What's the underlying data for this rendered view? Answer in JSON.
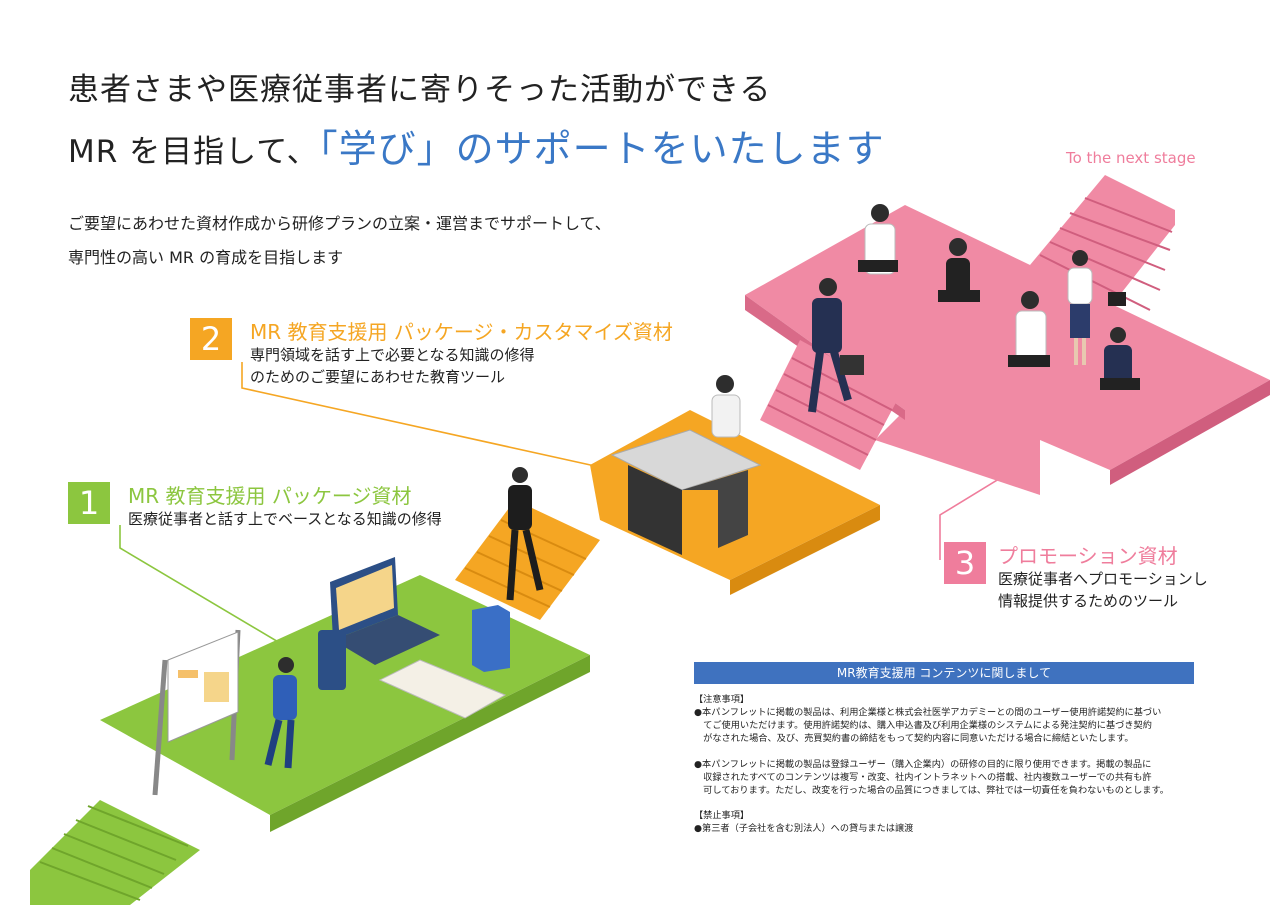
{
  "headline": {
    "line1": "患者さまや医療従事者に寄りそった活動ができる",
    "line2_prefix": "MR を目指して、",
    "line2_highlight": "「学び」のサポートをいたします"
  },
  "intro": {
    "line1": "ご要望にあわせた資材作成から研修プランの立案・運営までサポートして、",
    "line2": "専門性の高い MR の育成を目指します"
  },
  "next_stage_label": "To the next stage",
  "sections": [
    {
      "number": "1",
      "title": "MR 教育支援用  パッケージ資材",
      "desc_lines": [
        "医療従事者と話す上でベースとなる知識の修得"
      ],
      "color": "#8cc63f"
    },
    {
      "number": "2",
      "title": "MR 教育支援用  パッケージ・カスタマイズ資材",
      "desc_lines": [
        "専門領域を話す上で必要となる知識の修得",
        "のためのご要望にあわせた教育ツール"
      ],
      "color": "#f5a623"
    },
    {
      "number": "3",
      "title": "プロモーション資材",
      "desc_lines": [
        "医療従事者へプロモーションし",
        "情報提供するためのツール"
      ],
      "color": "#ef7d9c"
    }
  ],
  "notice": {
    "title": "MR教育支援用 コンテンツに関しまして",
    "caution_heading": "【注意事項】",
    "caution_lines": [
      "●本パンフレットに掲載の製品は、利用企業様と株式会社医学アカデミーとの間のユーザー使用許諾契約に基づい",
      "　てご使用いただけます。使用許諾契約は、購入申込書及び利用企業様のシステムによる発注契約に基づき契約",
      "　がなされた場合、及び、売買契約書の締結をもって契約内容に同意いただける場合に締結といたします。",
      "",
      "●本パンフレットに掲載の製品は登録ユーザー（購入企業内）の研修の目的に限り使用できます。掲載の製品に",
      "　収録されたすべてのコンテンツは複写・改変、社内イントラネットへの搭載、社内複数ユーザーでの共有も許",
      "　可しております。ただし、改変を行った場合の品質につきましては、弊社では一切責任を負わないものとします。"
    ],
    "prohibited_heading": "【禁止事項】",
    "prohibited_lines": [
      "●第三者（子会社を含む別法人）への貸与または譲渡"
    ]
  },
  "colors": {
    "green": "#8cc63f",
    "orange": "#f5a623",
    "pink": "#ef7d9c",
    "blue": "#3a78c6",
    "notice_bar": "#3f72bf"
  }
}
